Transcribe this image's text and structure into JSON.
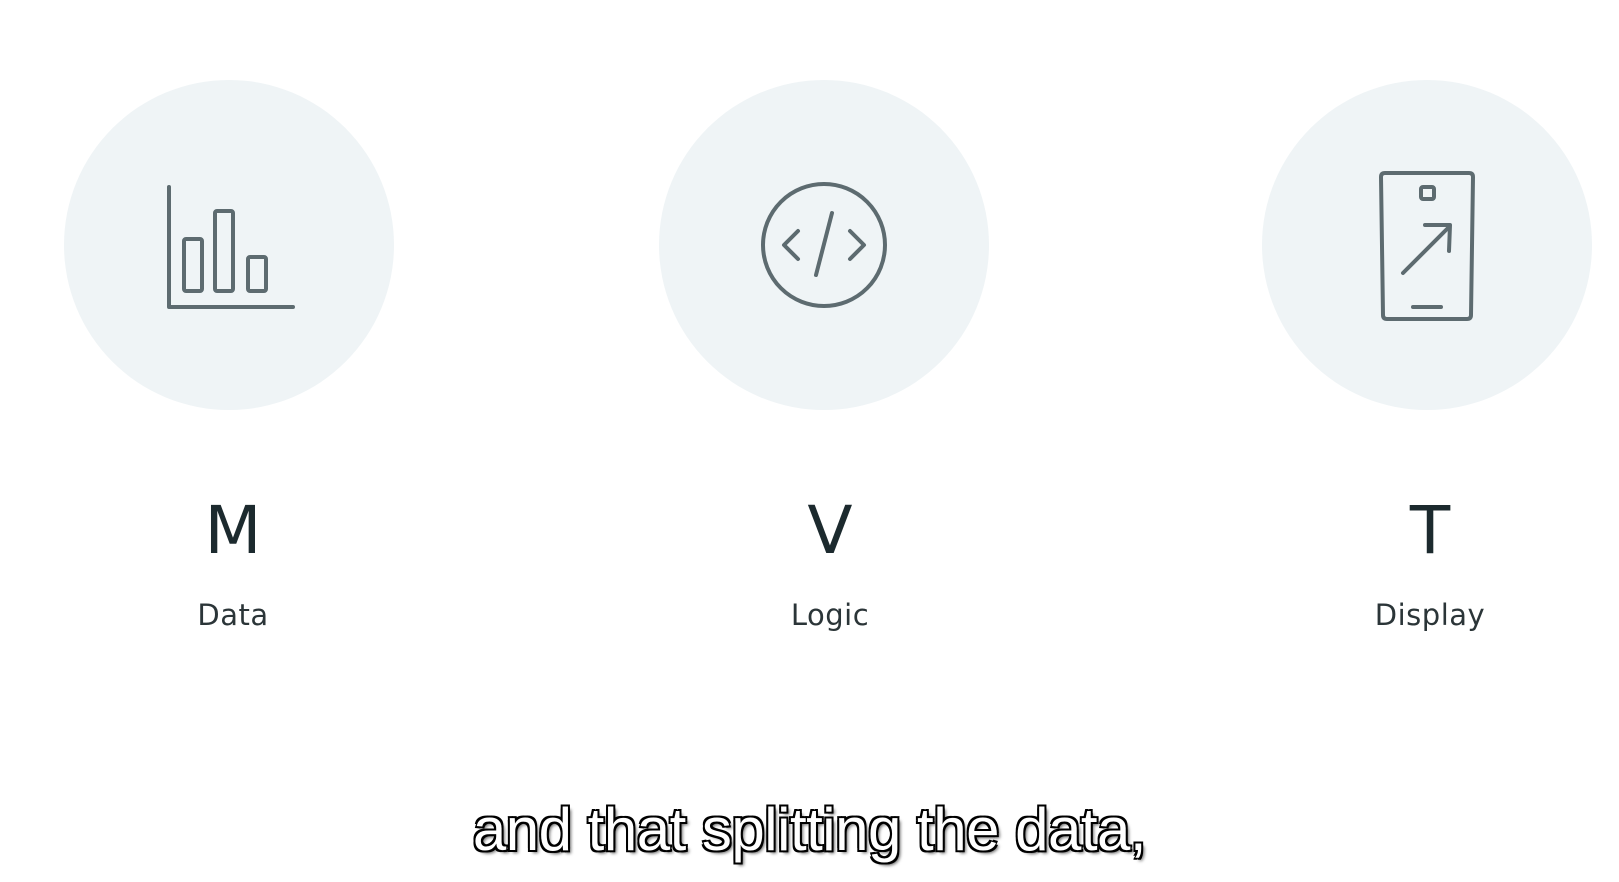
{
  "columns": [
    {
      "icon": "bar-chart-icon",
      "letter": "M",
      "label": "Data"
    },
    {
      "icon": "code-icon",
      "letter": "V",
      "label": "Logic"
    },
    {
      "icon": "mobile-share-icon",
      "letter": "T",
      "label": "Display"
    }
  ],
  "subtitle": "and that splitting the data,",
  "colors": {
    "circle_background": "#eff4f6",
    "icon_stroke": "#5d6b70",
    "letter": "#1c2a2e",
    "label": "#2b3538",
    "subtitle_fill": "#ffffff",
    "subtitle_outline": "#000000"
  }
}
